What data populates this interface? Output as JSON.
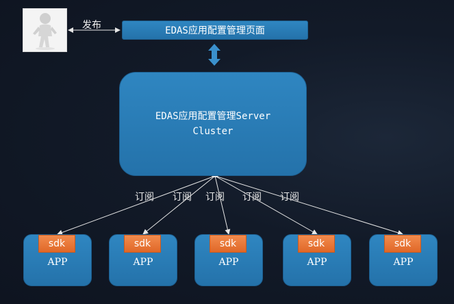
{
  "diagram": {
    "publish_label": "发布",
    "management_page_label": "EDAS应用配置管理页面",
    "server_label_line1": "EDAS应用配置管理Server",
    "server_label_line2": "Cluster",
    "subscribe_labels": [
      "订阅",
      "订阅",
      "订阅",
      "订阅",
      "订阅"
    ],
    "apps": [
      {
        "sdk_label": "sdk",
        "app_label": "APP"
      },
      {
        "sdk_label": "sdk",
        "app_label": "APP"
      },
      {
        "sdk_label": "sdk",
        "app_label": "APP"
      },
      {
        "sdk_label": "sdk",
        "app_label": "APP"
      },
      {
        "sdk_label": "sdk",
        "app_label": "APP"
      }
    ]
  },
  "colors": {
    "box_blue": "#2b7fbb",
    "sdk_orange": "#ec7a3a",
    "connector_white": "#e6e6e6",
    "double_arrow_blue": "#3a90cc"
  }
}
